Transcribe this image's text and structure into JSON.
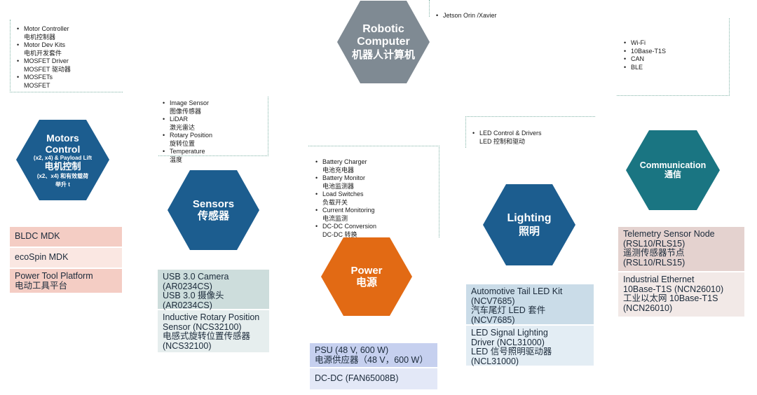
{
  "colors": {
    "hex_blue_dark": "#1c5d8f",
    "hex_teal": "#1a7582",
    "hex_gray": "#7f8a93",
    "hex_orange": "#e26a14",
    "motor_box_dark": "#f4cdc4",
    "motor_box_light": "#fae7e2",
    "sensor_box_dark": "#cddddc",
    "sensor_box_light": "#e6eeee",
    "power_box_dark": "#c6d0ef",
    "power_box_light": "#e3e8f7",
    "lighting_box_dark": "#cadce8",
    "lighting_box_light": "#e3edf4",
    "comm_box_dark": "#e4d2cf",
    "comm_box_light": "#f2e9e7"
  },
  "hexagons": {
    "robotic": {
      "title": "Robotic",
      "title2": "Computer",
      "subtitle": "机器人计算机"
    },
    "motors": {
      "title": "Motors",
      "title2": "Control",
      "line3": "(x2, x4) & Payload Lift",
      "line4": "电机控制",
      "line5": "(x2、x4) 和有效载荷",
      "line6": "举升 t"
    },
    "sensors": {
      "title": "Sensors",
      "subtitle": "传感器"
    },
    "power": {
      "title": "Power",
      "subtitle": "电源"
    },
    "lighting": {
      "title": "Lighting",
      "subtitle": "照明"
    },
    "communication": {
      "title": "Communication",
      "subtitle": "通信"
    }
  },
  "lists": {
    "motor": [
      {
        "en": "Motor Controller",
        "zh": "电机控制器"
      },
      {
        "en": "Motor Dev Kits",
        "zh": "电机开发套件"
      },
      {
        "en": "MOSFET Driver",
        "zh": "MOSFET 驱动器"
      },
      {
        "en": "MOSFETs",
        "zh": "MOSFET"
      }
    ],
    "sensor": [
      {
        "en": "Image Sensor",
        "zh": "图像传感器"
      },
      {
        "en": "LiDAR",
        "zh": "激光雷达"
      },
      {
        "en": "Rotary Position",
        "zh": "旋转位置"
      },
      {
        "en": "Temperature",
        "zh": "温度"
      }
    ],
    "power": [
      {
        "en": "Battery Charger",
        "zh": "电池充电器"
      },
      {
        "en": "Battery Monitor",
        "zh": "电池监测器"
      },
      {
        "en": "Load Switches",
        "zh": "负载开关"
      },
      {
        "en": "Current Monitoring",
        "zh": "电流监测"
      },
      {
        "en": "DC-DC Conversion",
        "zh": "DC-DC 转换"
      }
    ],
    "lighting": [
      {
        "en": "LED Control & Drivers",
        "zh": "LED 控制和驱动"
      }
    ],
    "robotic": [
      {
        "en": "Jetson Orin /Xavier"
      }
    ],
    "comm": [
      {
        "en": "Wi-Fi"
      },
      {
        "en": "10Base-T1S"
      },
      {
        "en": "CAN"
      },
      {
        "en": "BLE"
      }
    ]
  },
  "products": {
    "motor": [
      {
        "l1": "BLDC MDK"
      },
      {
        "l1": "ecoSpin MDK"
      },
      {
        "l1": "Power Tool Platform",
        "l2": "电动工具平台"
      }
    ],
    "sensor": [
      {
        "l1": "USB 3.0 Camera",
        "l2": "(AR0234CS)",
        "l3": "USB 3.0 摄像头",
        "l4": "(AR0234CS)"
      },
      {
        "l1": "Inductive Rotary Position",
        "l2": "Sensor (NCS32100)",
        "l3": "电感式旋转位置传感器",
        "l4": "(NCS32100)"
      }
    ],
    "power": [
      {
        "l1": "PSU (48 V, 600 W)",
        "l2": "电源供应器（48 V，600 W）"
      },
      {
        "l1": "DC-DC (FAN65008B)"
      }
    ],
    "lighting": [
      {
        "l1": "Automotive Tail LED Kit",
        "l2": "(NCV7685)",
        "l3": "汽车尾灯 LED 套件",
        "l4": "(NCV7685)"
      },
      {
        "l1": "LED Signal Lighting",
        "l2": "Driver (NCL31000)",
        "l3": "LED 信号照明驱动器",
        "l4": "(NCL31000)"
      }
    ],
    "comm": [
      {
        "l1": "Telemetry Sensor Node",
        "l2": "(RSL10/RLS15)",
        "l3": "遥测传感器节点",
        "l4": "(RSL10/RLS15)"
      },
      {
        "l1": "Industrial Ethernet",
        "l2": "10Base-T1S (NCN26010)",
        "l3": "工业以太网 10Base-T1S",
        "l4": "(NCN26010)"
      }
    ]
  }
}
